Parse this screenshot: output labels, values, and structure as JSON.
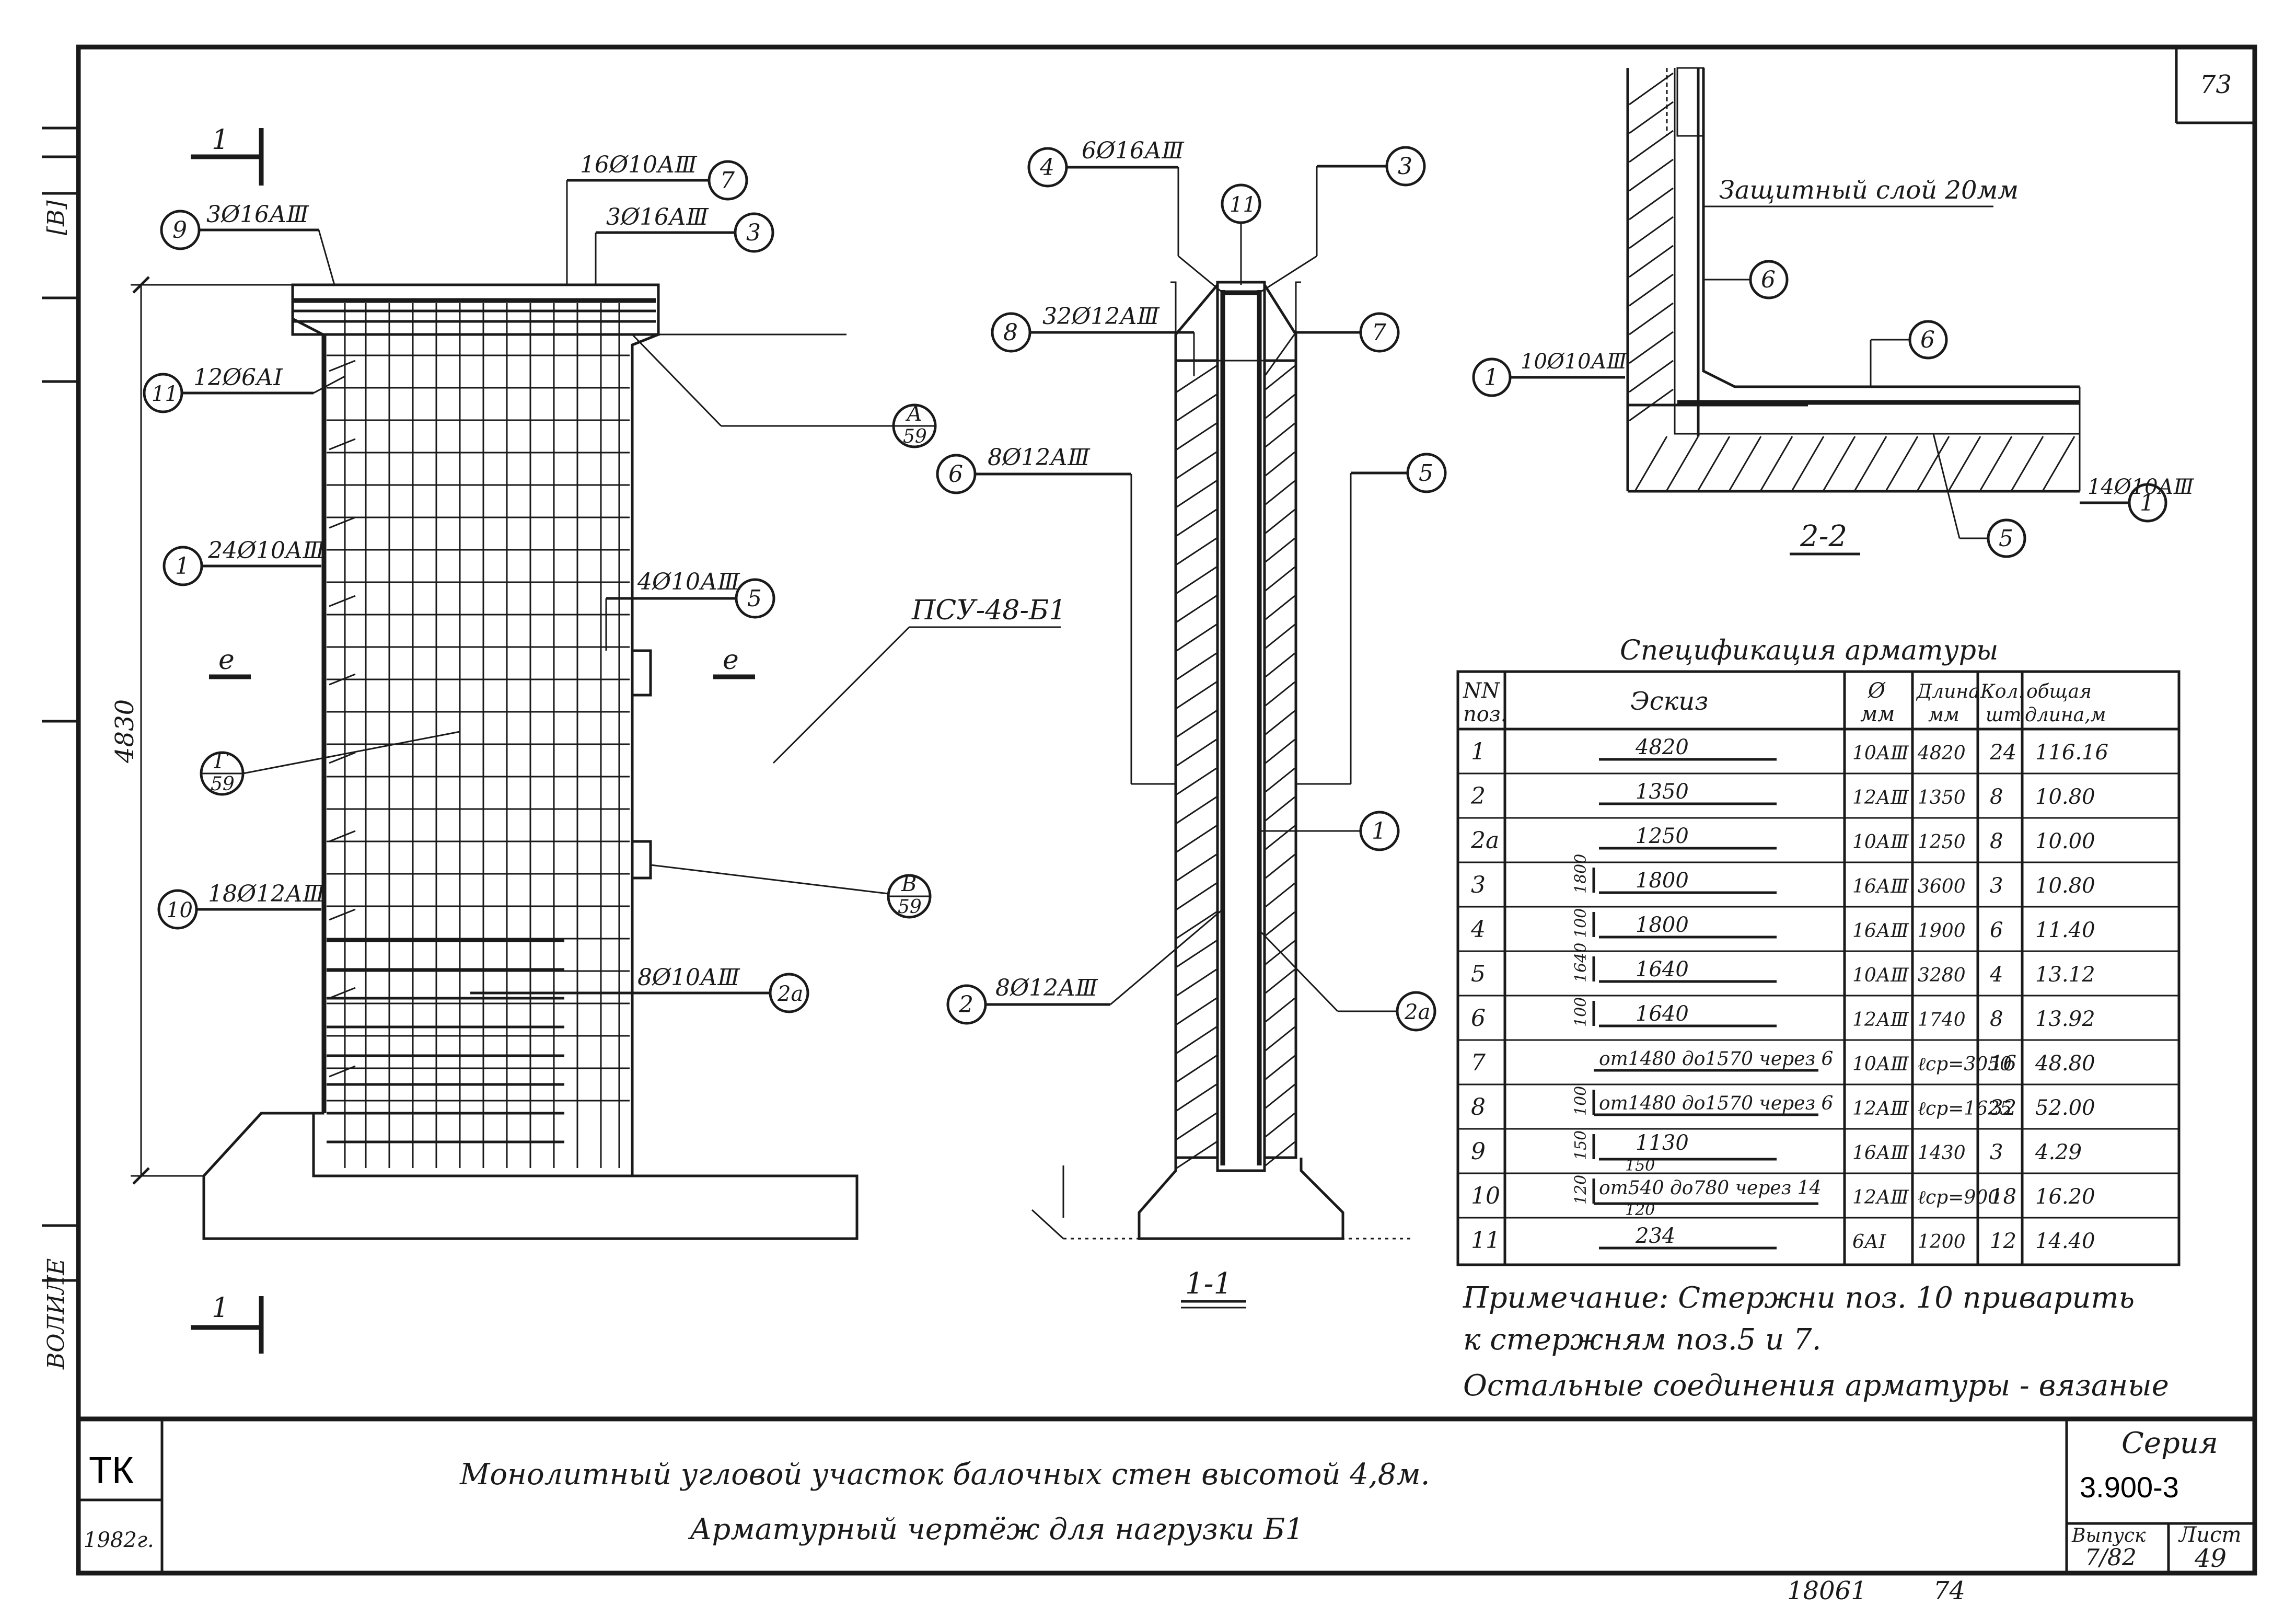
{
  "sheet_number": "73",
  "left_margin_mark": "[B]",
  "left_margin_vertical": "ВОЛИЛЕ",
  "elevation": {
    "section_mark": "1",
    "height_dim": "4830",
    "panel_label": "ПСУ-48-Б1",
    "callout_e_left": "е",
    "callout_e_right": "е",
    "callouts": {
      "c9": {
        "num": "9",
        "text": "3Ø16АⅢ"
      },
      "c7": {
        "num": "7",
        "text": "16Ø10АⅢ"
      },
      "c3": {
        "num": "3",
        "text": "3Ø16АⅢ"
      },
      "c11": {
        "num": "11",
        "text": "12Ø6АⅠ"
      },
      "c1": {
        "num": "1",
        "text": "24Ø10АⅢ"
      },
      "c5": {
        "num": "5",
        "text": "4Ø10АⅢ"
      },
      "c10": {
        "num": "10",
        "text": "18Ø12АⅢ"
      },
      "c2a": {
        "num": "2а",
        "text": "8Ø10АⅢ"
      }
    },
    "refs": {
      "a": {
        "top": "А",
        "bottom": "59"
      },
      "g": {
        "top": "Г",
        "bottom": "59"
      },
      "v": {
        "top": "В",
        "bottom": "59"
      }
    }
  },
  "section_1_1": {
    "title": "1-1",
    "callouts": {
      "c4": {
        "num": "4",
        "text": "6Ø16АⅢ"
      },
      "c8": {
        "num": "8",
        "text": "32Ø12АⅢ"
      },
      "c6": {
        "num": "6",
        "text": "8Ø12АⅢ"
      },
      "c2": {
        "num": "2",
        "text": "8Ø12АⅢ"
      },
      "c11": {
        "num": "11"
      },
      "c3": {
        "num": "3"
      },
      "c7": {
        "num": "7"
      },
      "c5": {
        "num": "5"
      },
      "c1": {
        "num": "1"
      },
      "c2a": {
        "num": "2а"
      }
    }
  },
  "section_2_2": {
    "title": "2-2",
    "cover_note": "Защитный слой 20мм",
    "callouts": {
      "c6a": {
        "num": "6"
      },
      "c6b": {
        "num": "6"
      },
      "c1a": {
        "num": "1",
        "text": "10Ø10АⅢ"
      },
      "c1b": {
        "num": "1",
        "text": "14Ø10АⅢ"
      },
      "c5": {
        "num": "5"
      }
    }
  },
  "spec_table": {
    "title": "Спецификация арматуры",
    "headers": {
      "pos_1": "NN",
      "pos_2": "поз.",
      "sketch": "Эскиз",
      "dia_1": "Ø",
      "dia_2": "мм",
      "len_1": "Длина",
      "len_2": "мм",
      "qty_1": "Кол.",
      "qty_2": "шт",
      "total_1": "общая",
      "total_2": "длина,м"
    },
    "rows": [
      {
        "pos": "1",
        "sketch": "4820",
        "dia": "10АⅢ",
        "len": "4820",
        "qty": "24",
        "total": "116.16"
      },
      {
        "pos": "2",
        "sketch": "1350",
        "dia": "12АⅢ",
        "len": "1350",
        "qty": "8",
        "total": "10.80"
      },
      {
        "pos": "2а",
        "sketch": "1250",
        "dia": "10АⅢ",
        "len": "1250",
        "qty": "8",
        "total": "10.00"
      },
      {
        "pos": "3",
        "sketch": "1800",
        "side": "1800",
        "dia": "16АⅢ",
        "len": "3600",
        "qty": "3",
        "total": "10.80"
      },
      {
        "pos": "4",
        "sketch": "1800",
        "side": "100",
        "dia": "16АⅢ",
        "len": "1900",
        "qty": "6",
        "total": "11.40"
      },
      {
        "pos": "5",
        "sketch": "1640",
        "side": "1640",
        "dia": "10АⅢ",
        "len": "3280",
        "qty": "4",
        "total": "13.12"
      },
      {
        "pos": "6",
        "sketch": "1640",
        "side": "100",
        "dia": "12АⅢ",
        "len": "1740",
        "qty": "8",
        "total": "13.92"
      },
      {
        "pos": "7",
        "sketch": "от1480 до1570 через 6",
        "dia": "10АⅢ",
        "len": "ℓср=3050",
        "qty": "16",
        "total": "48.80"
      },
      {
        "pos": "8",
        "sketch": "от1480 до1570 через 6",
        "side": "100",
        "dia": "12АⅢ",
        "len": "ℓср=1625",
        "qty": "32",
        "total": "52.00"
      },
      {
        "pos": "9",
        "sketch": "1130",
        "sketch2": "150",
        "side": "150",
        "dia": "16АⅢ",
        "len": "1430",
        "qty": "3",
        "total": "4.29"
      },
      {
        "pos": "10",
        "sketch": "от540 до780 через 14",
        "sketch2": "120",
        "side": "120",
        "dia": "12АⅢ",
        "len": "ℓср=900",
        "qty": "18",
        "total": "16.20"
      },
      {
        "pos": "11",
        "sketch": "234",
        "dia": "6АⅠ",
        "len": "1200",
        "qty": "12",
        "total": "14.40"
      }
    ]
  },
  "notes": {
    "line1": "Примечание: Стержни поз. 10 приварить",
    "line2": "к стержням поз.5 и 7.",
    "line3": "Остальные соединения арматуры - вязаные"
  },
  "title_block": {
    "logo": "ТК",
    "year": "1982г.",
    "title_line1": "Монолитный угловой участок балочных стен высотой 4,8м.",
    "title_line2": "Арматурный чертёж для нагрузки Б1",
    "series_label": "Серия",
    "series_value": "3.900-3",
    "issue_label": "Выпуск",
    "issue_value": "7/82",
    "sheet_label": "Лист",
    "sheet_value": "49"
  },
  "bottom_code": {
    "left": "18061",
    "right": "74"
  }
}
